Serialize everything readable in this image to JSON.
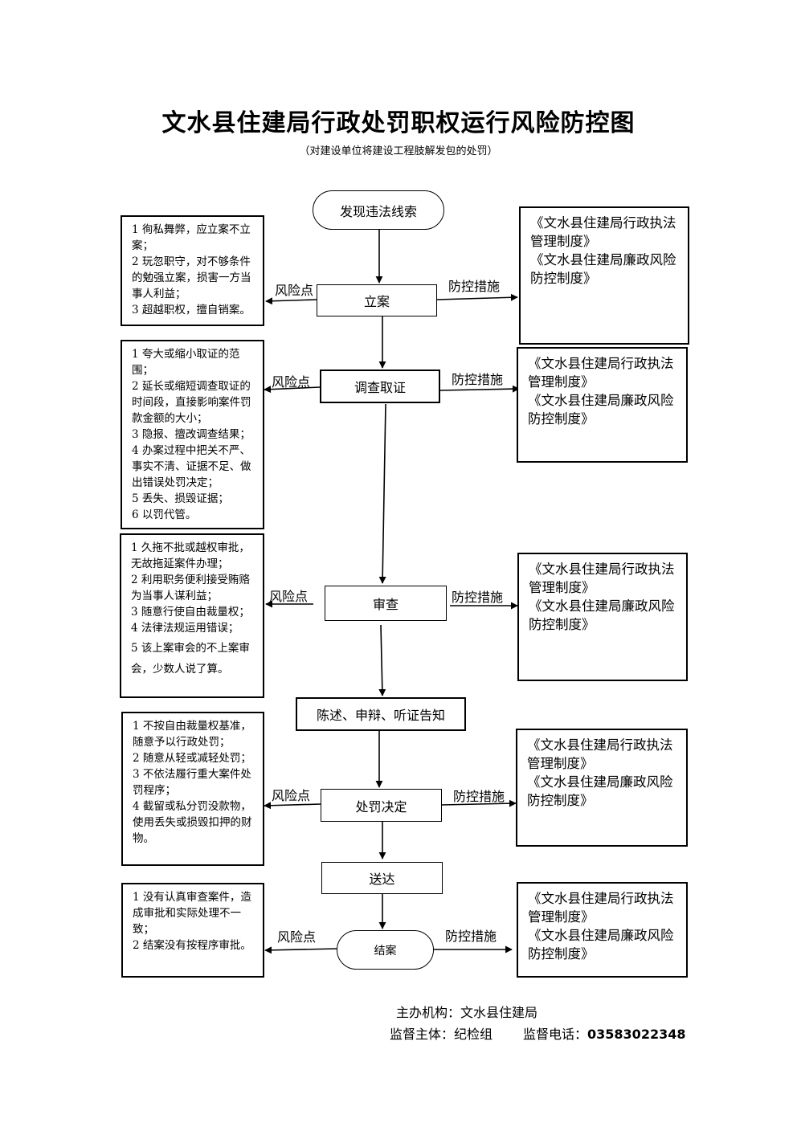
{
  "header": {
    "title": "文水县住建局行政处罚职权运行风险防控图",
    "subtitle": "（对建设单位将建设工程肢解发包的处罚）"
  },
  "flow": {
    "start": "发现违法线索",
    "steps": [
      "立案",
      "调查取证",
      "审查",
      "陈述、申辩、听证告知",
      "处罚决定",
      "送达"
    ],
    "end": "结案"
  },
  "labels": {
    "risk": "风险点",
    "control": "防控措施"
  },
  "risks": {
    "filing": [
      "1 徇私舞弊，应立案不立案；",
      "2 玩忽职守，对不够条件的勉强立案，损害一方当事人利益；",
      "3 超越职权，擅自销案。"
    ],
    "investigation": [
      "1 夸大或缩小取证的范围；",
      "2 延长或缩短调查取证的时间段，直接影响案件罚款金额的大小；",
      "3 隐报、擅改调查结果；",
      "4 办案过程中把关不严、事实不清、证据不足、做出错误处罚决定；",
      "5 丢失、损毁证据；",
      "6 以罚代管。"
    ],
    "review": [
      "1 久拖不批或越权审批，无故拖延案件办理；",
      "2 利用职务便利接受贿赂为当事人谋利益；",
      "3 随意行使自由裁量权；",
      "4 法律法规运用错误；",
      "5 该上案审会的不上案审会，少数人说了算。"
    ],
    "decision": [
      "1 不按自由裁量权基准，随意予以行政处罚；",
      "2 随意从轻或减轻处罚；",
      "3 不依法履行重大案件处罚程序；",
      "4 截留或私分罚没款物，使用丢失或损毁扣押的财物。"
    ],
    "closing": [
      "1 没有认真审查案件，造成审批和实际处理不一致；",
      "2 结案没有按程序审批。"
    ]
  },
  "control_text": [
    "《文水县住建局行政执法管理制度》",
    "《文水县住建局廉政风险防控制度》"
  ],
  "footer": {
    "organizer": "主办机构：文水县住建局",
    "supervisor": "监督主体：纪检组",
    "phone_label": "监督电话：",
    "phone": "03583022348"
  }
}
